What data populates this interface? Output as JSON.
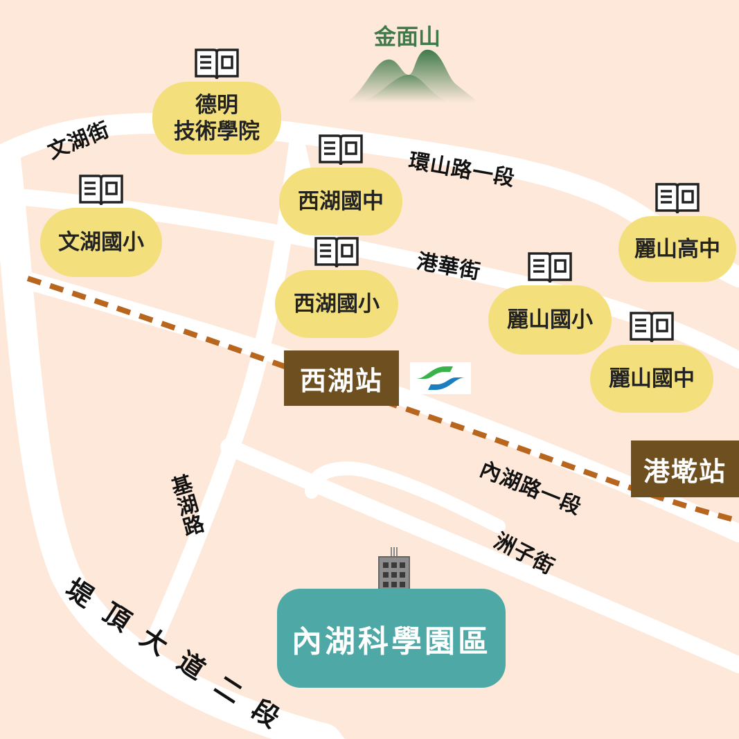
{
  "mountain": {
    "name": "金面山"
  },
  "roads": {
    "wenhu_st": "文湖街",
    "huanshan_rd": "環山路一段",
    "ganghua_st": "港華街",
    "neihu_rd": "內湖路一段",
    "zhouzi_st": "洲子街",
    "jihu_rd": "基湖路",
    "diding_blvd": "堤頂大道二段"
  },
  "schools": [
    {
      "id": "deming",
      "line1": "德明",
      "line2": "技術學院"
    },
    {
      "id": "xihu-jr-high",
      "line1": "西湖國中",
      "line2": ""
    },
    {
      "id": "wenhu-elem",
      "line1": "文湖國小",
      "line2": ""
    },
    {
      "id": "xihu-elem",
      "line1": "西湖國小",
      "line2": ""
    },
    {
      "id": "lishan-high",
      "line1": "麗山高中",
      "line2": ""
    },
    {
      "id": "lishan-elem",
      "line1": "麗山國小",
      "line2": ""
    },
    {
      "id": "lishan-jr-high",
      "line1": "麗山國中",
      "line2": ""
    }
  ],
  "stations": {
    "xihu": "西湖站",
    "gangqian": "港墘站"
  },
  "science_park": {
    "name": "內湖科學園區"
  },
  "colors": {
    "background": "#fde8d9",
    "road": "#ffffff",
    "school_pill": "#f3e07d",
    "station_box": "#6e4f20",
    "mrt_line": "#b8651e",
    "mountain": "#3f7a4a",
    "science_park": "#4ea9a6"
  },
  "icons": {
    "school": "open-book-icon",
    "mountain": "mountain-icon",
    "building": "office-building-icon",
    "mrt": "taipei-metro-logo-icon"
  }
}
